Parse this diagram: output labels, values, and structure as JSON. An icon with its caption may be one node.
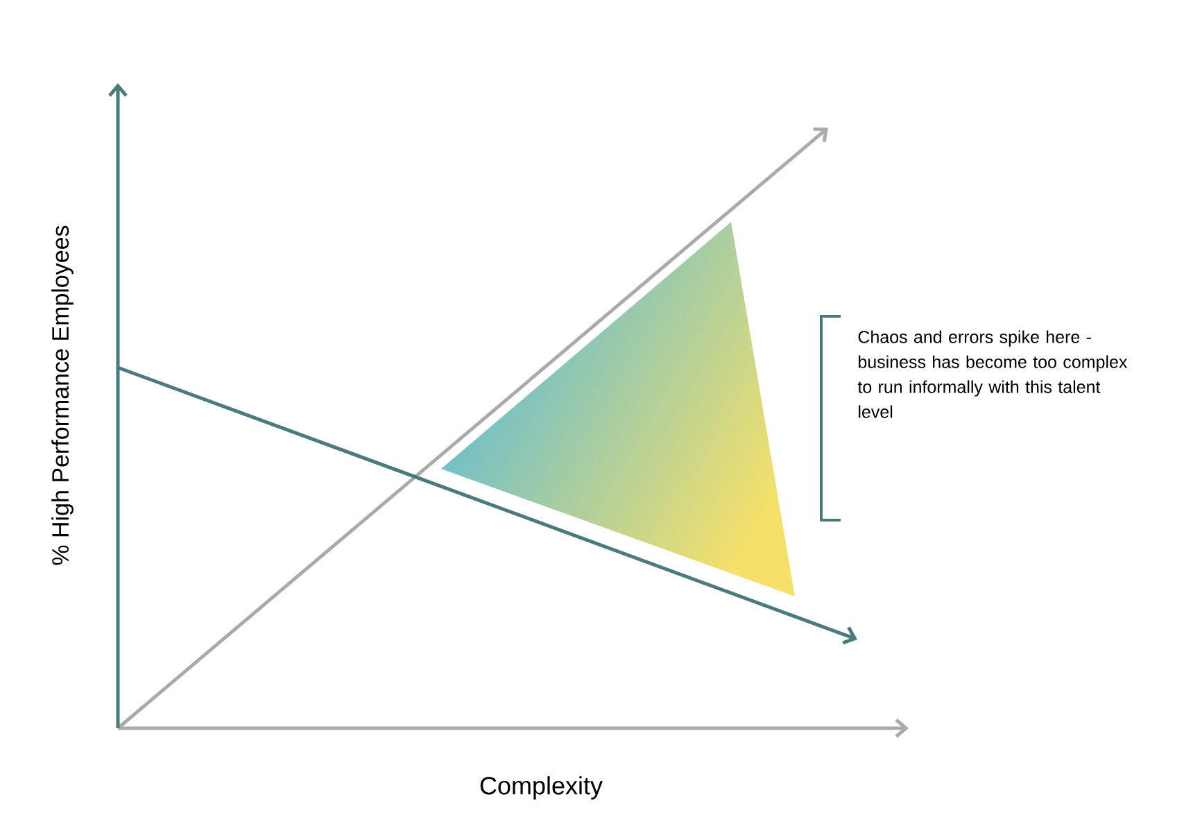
{
  "diagram": {
    "labels": [
      "% High Performance Employees",
      "Complexity",
      "Chaos and errors spike here - business has become too complex to run informally with this talent level"
    ]
  }
}
